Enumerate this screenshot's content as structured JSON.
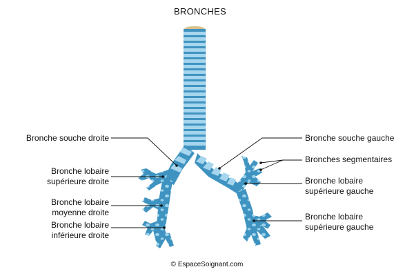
{
  "title": "BRONCHES",
  "labels": {
    "souche_droite": [
      "Bronche souche droite"
    ],
    "lobaire_sup_droite": [
      "Bronche lobaire",
      "supérieure droite"
    ],
    "lobaire_moy_droite": [
      "Bronche lobaire",
      "moyenne droite"
    ],
    "lobaire_inf_droite": [
      "Bronche lobaire",
      "inférieure droite"
    ],
    "souche_gauche": [
      "Bronche souche gauche"
    ],
    "segmentaires": [
      "Bronches segmentaires"
    ],
    "lobaire_sup_gauche_1": [
      "Bronche lobaire",
      "supérieure gauche"
    ],
    "lobaire_sup_gauche_2": [
      "Bronche lobaire",
      "supérieure gauche"
    ]
  },
  "copyright": "© EspaceSoignant.com",
  "colors": {
    "cartilage": "#5aaed6",
    "ring_dark": "#3f93c0",
    "ring_light": "#a6d6ee",
    "spot": "#9cd2ec",
    "top_cut": "#d9c08a",
    "leader": "#111111"
  }
}
